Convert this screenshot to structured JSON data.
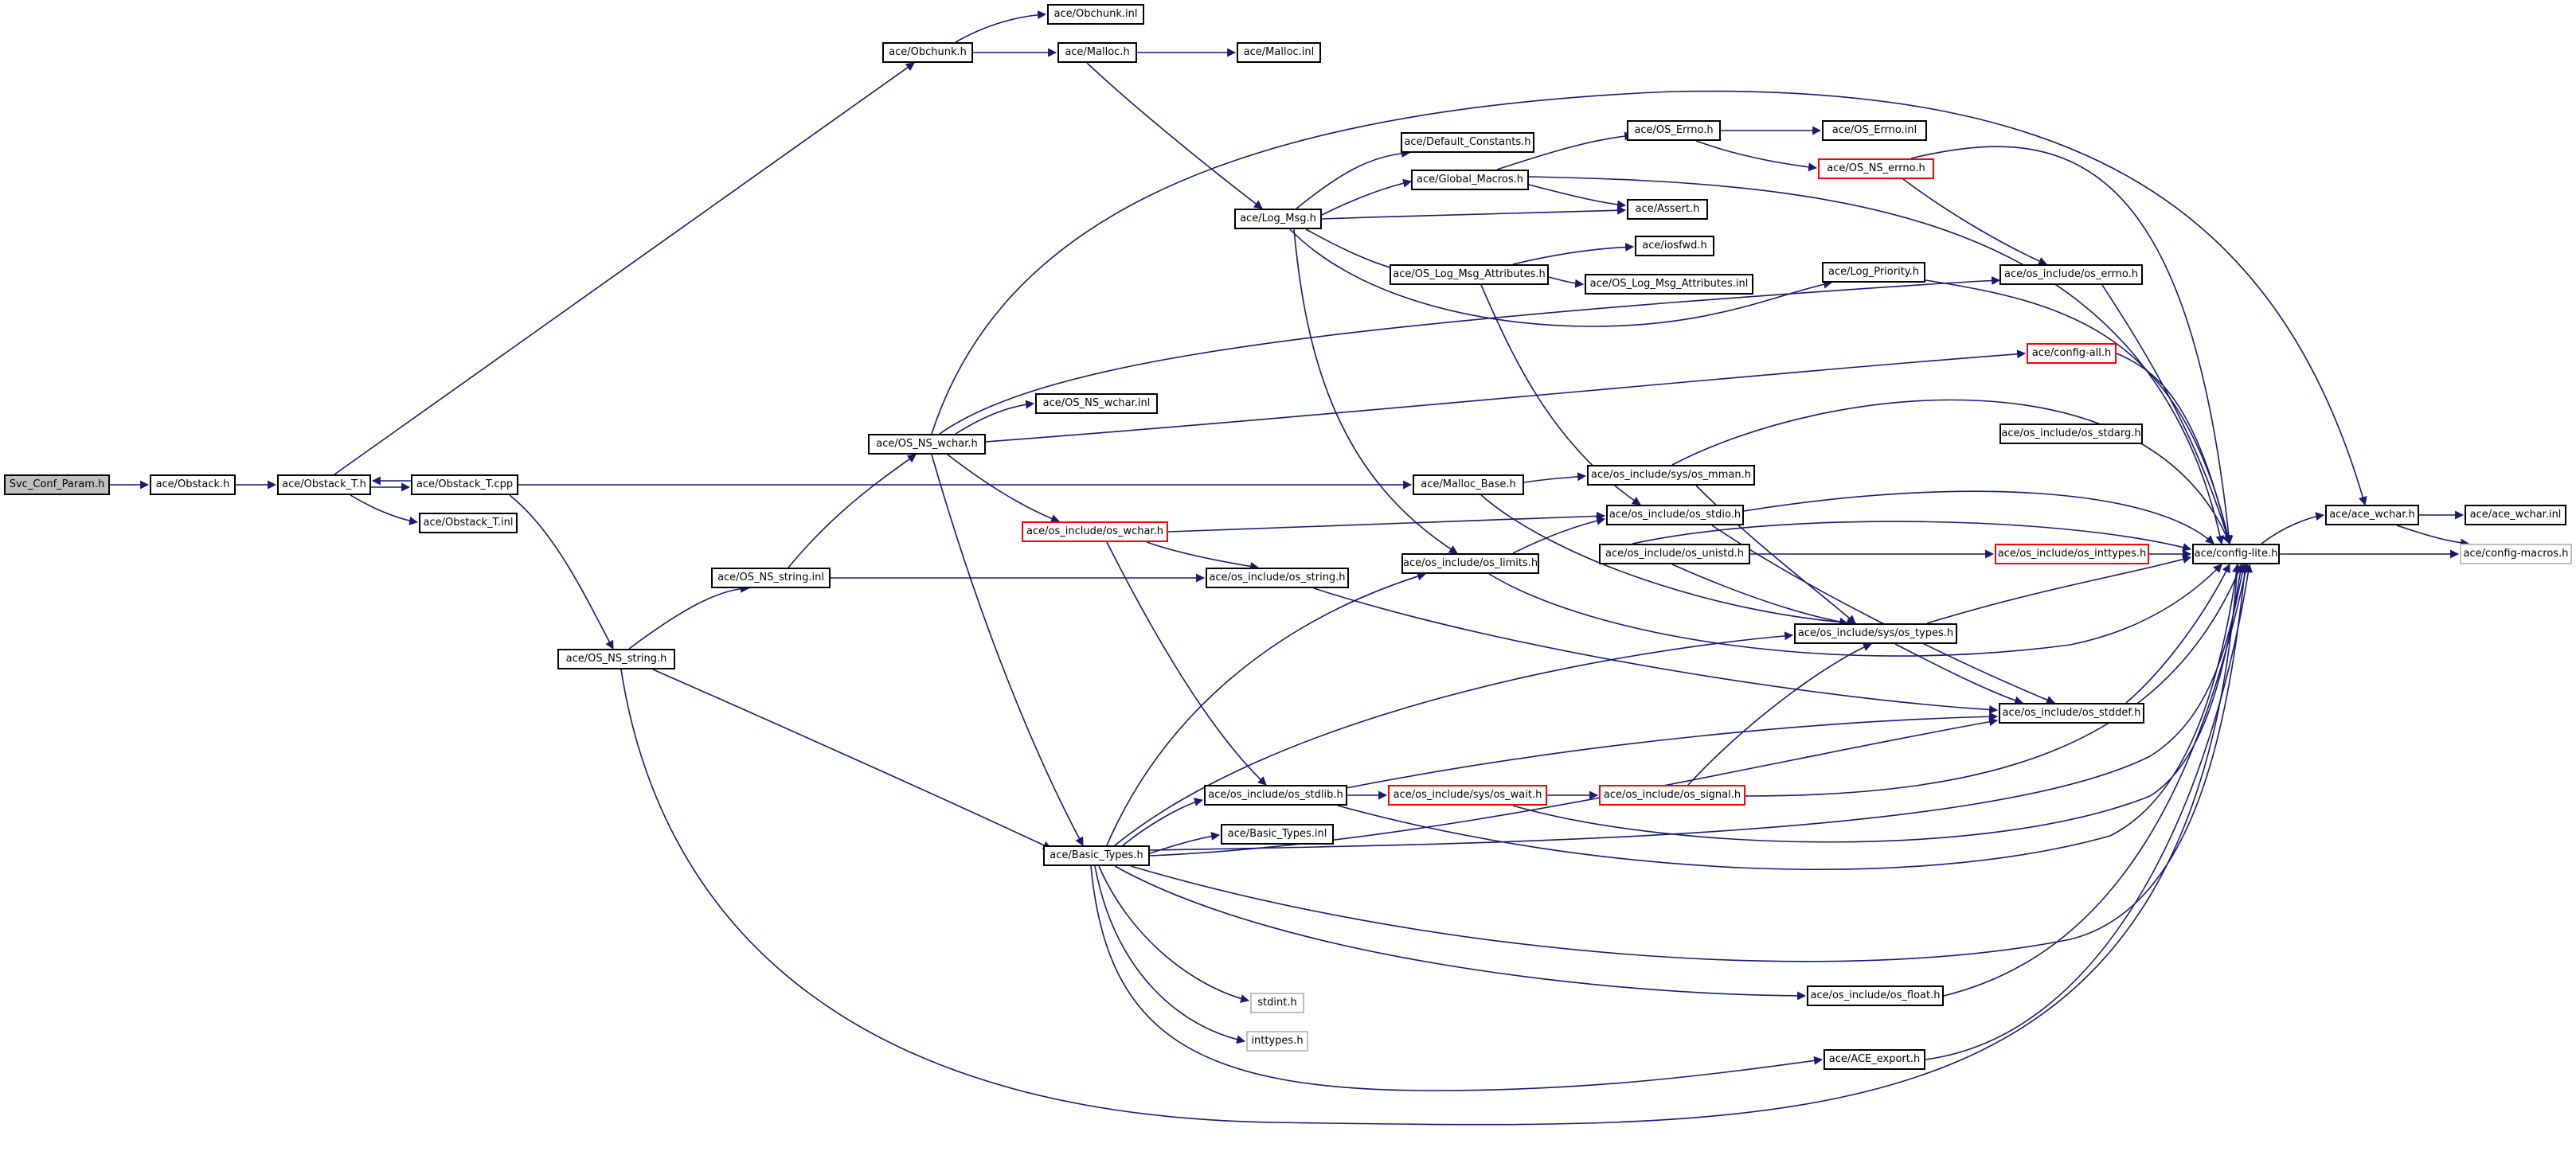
{
  "colors": {
    "edge": "#191970",
    "root_fill": "#bfbfbf",
    "red_border": "#ff0000",
    "grey_border": "#bfbfbf"
  },
  "nodes": {
    "svc_conf_param": "Svc_Conf_Param.h",
    "obstack_h": "ace/Obstack.h",
    "obstack_t_h": "ace/Obstack_T.h",
    "obstack_t_cpp": "ace/Obstack_T.cpp",
    "obstack_t_inl": "ace/Obstack_T.inl",
    "obchunk_h": "ace/Obchunk.h",
    "obchunk_inl": "ace/Obchunk.inl",
    "malloc_h": "ace/Malloc.h",
    "malloc_inl": "ace/Malloc.inl",
    "log_msg_h": "ace/Log_Msg.h",
    "default_constants_h": "ace/Default_Constants.h",
    "global_macros_h": "ace/Global_Macros.h",
    "os_errno_h": "ace/OS_Errno.h",
    "os_errno_inl": "ace/OS_Errno.inl",
    "os_ns_errno_h": "ace/OS_NS_errno.h",
    "assert_h": "ace/Assert.h",
    "iosfwd_h": "ace/iosfwd.h",
    "os_log_msg_attributes_h": "ace/OS_Log_Msg_Attributes.h",
    "os_log_msg_attributes_inl": "ace/OS_Log_Msg_Attributes.inl",
    "log_priority_h": "ace/Log_Priority.h",
    "os_errno_os_h": "ace/os_include/os_errno.h",
    "config_all_h": "ace/config-all.h",
    "os_ns_wchar_h": "ace/OS_NS_wchar.h",
    "os_ns_wchar_inl": "ace/OS_NS_wchar.inl",
    "os_stdarg_h": "ace/os_include/os_stdarg.h",
    "malloc_base_h": "ace/Malloc_Base.h",
    "sys_os_mman_h": "ace/os_include/sys/os_mman.h",
    "os_wchar_os_h": "ace/os_include/os_wchar.h",
    "os_stdio_h": "ace/os_include/os_stdio.h",
    "os_ns_string_inl": "ace/OS_NS_string.inl",
    "os_string_os_h": "ace/os_include/os_string.h",
    "os_limits_h": "ace/os_include/os_limits.h",
    "os_unistd_h": "ace/os_include/os_unistd.h",
    "os_inttypes_h": "ace/os_include/os_inttypes.h",
    "config_lite_h": "ace/config-lite.h",
    "ace_wchar_h": "ace/ace_wchar.h",
    "ace_wchar_inl": "ace/ace_wchar.inl",
    "config_macros_h": "ace/config-macros.h",
    "os_ns_string_h": "ace/OS_NS_string.h",
    "sys_os_types_h": "ace/os_include/sys/os_types.h",
    "os_stddef_h": "ace/os_include/os_stddef.h",
    "os_stdlib_h": "ace/os_include/os_stdlib.h",
    "sys_os_wait_h": "ace/os_include/sys/os_wait.h",
    "os_signal_h": "ace/os_include/os_signal.h",
    "basic_types_inl": "ace/Basic_Types.inl",
    "basic_types_h": "ace/Basic_Types.h",
    "os_float_h": "ace/os_include/os_float.h",
    "stdint_h": "stdint.h",
    "inttypes_h": "inttypes.h",
    "ace_export_h": "ace/ACE_export.h"
  }
}
